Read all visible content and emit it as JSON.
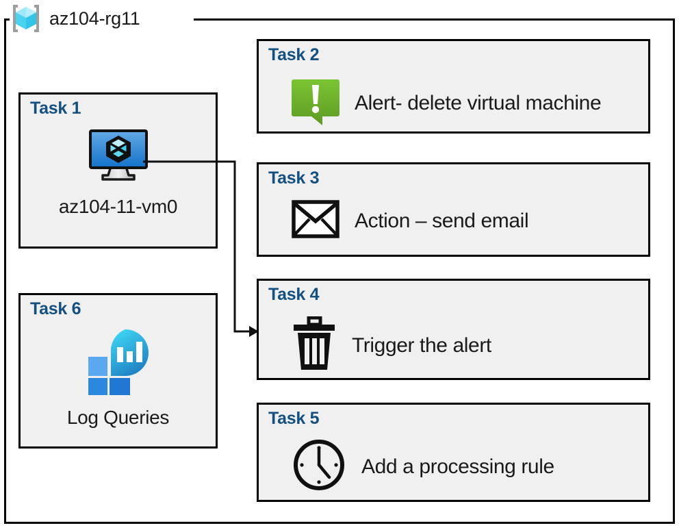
{
  "resource_group": {
    "name": "az104-rg11",
    "icon": "azure-resource-group-icon"
  },
  "colors": {
    "task_title": "#13507F",
    "box_fill": "#F0F0F0",
    "box_border": "#000000",
    "alert_green": "#76BC2D",
    "vm_blue": "#2E8BDE",
    "log_analytics_blue": "#3190E8",
    "log_analytics_cyan": "#2BC4E8"
  },
  "tasks": [
    {
      "id": "task1",
      "title": "Task 1",
      "caption": "az104-11-vm0",
      "icon": "virtual-machine-icon",
      "column": "left"
    },
    {
      "id": "task2",
      "title": "Task 2",
      "label": "Alert- delete virtual machine",
      "icon": "alert-callout-icon",
      "column": "right"
    },
    {
      "id": "task3",
      "title": "Task 3",
      "label": "Action – send email",
      "icon": "envelope-icon",
      "column": "right"
    },
    {
      "id": "task4",
      "title": "Task 4",
      "label": "Trigger the alert",
      "icon": "trash-can-icon",
      "column": "right"
    },
    {
      "id": "task5",
      "title": "Task 5",
      "label": "Add a processing rule",
      "icon": "clock-icon",
      "column": "right"
    },
    {
      "id": "task6",
      "title": "Task 6",
      "caption": "Log Queries",
      "icon": "log-analytics-icon",
      "column": "left"
    }
  ],
  "connector": {
    "from": "task1-virtual-machine-icon",
    "to": "task4",
    "arrow": "arrow-right"
  }
}
